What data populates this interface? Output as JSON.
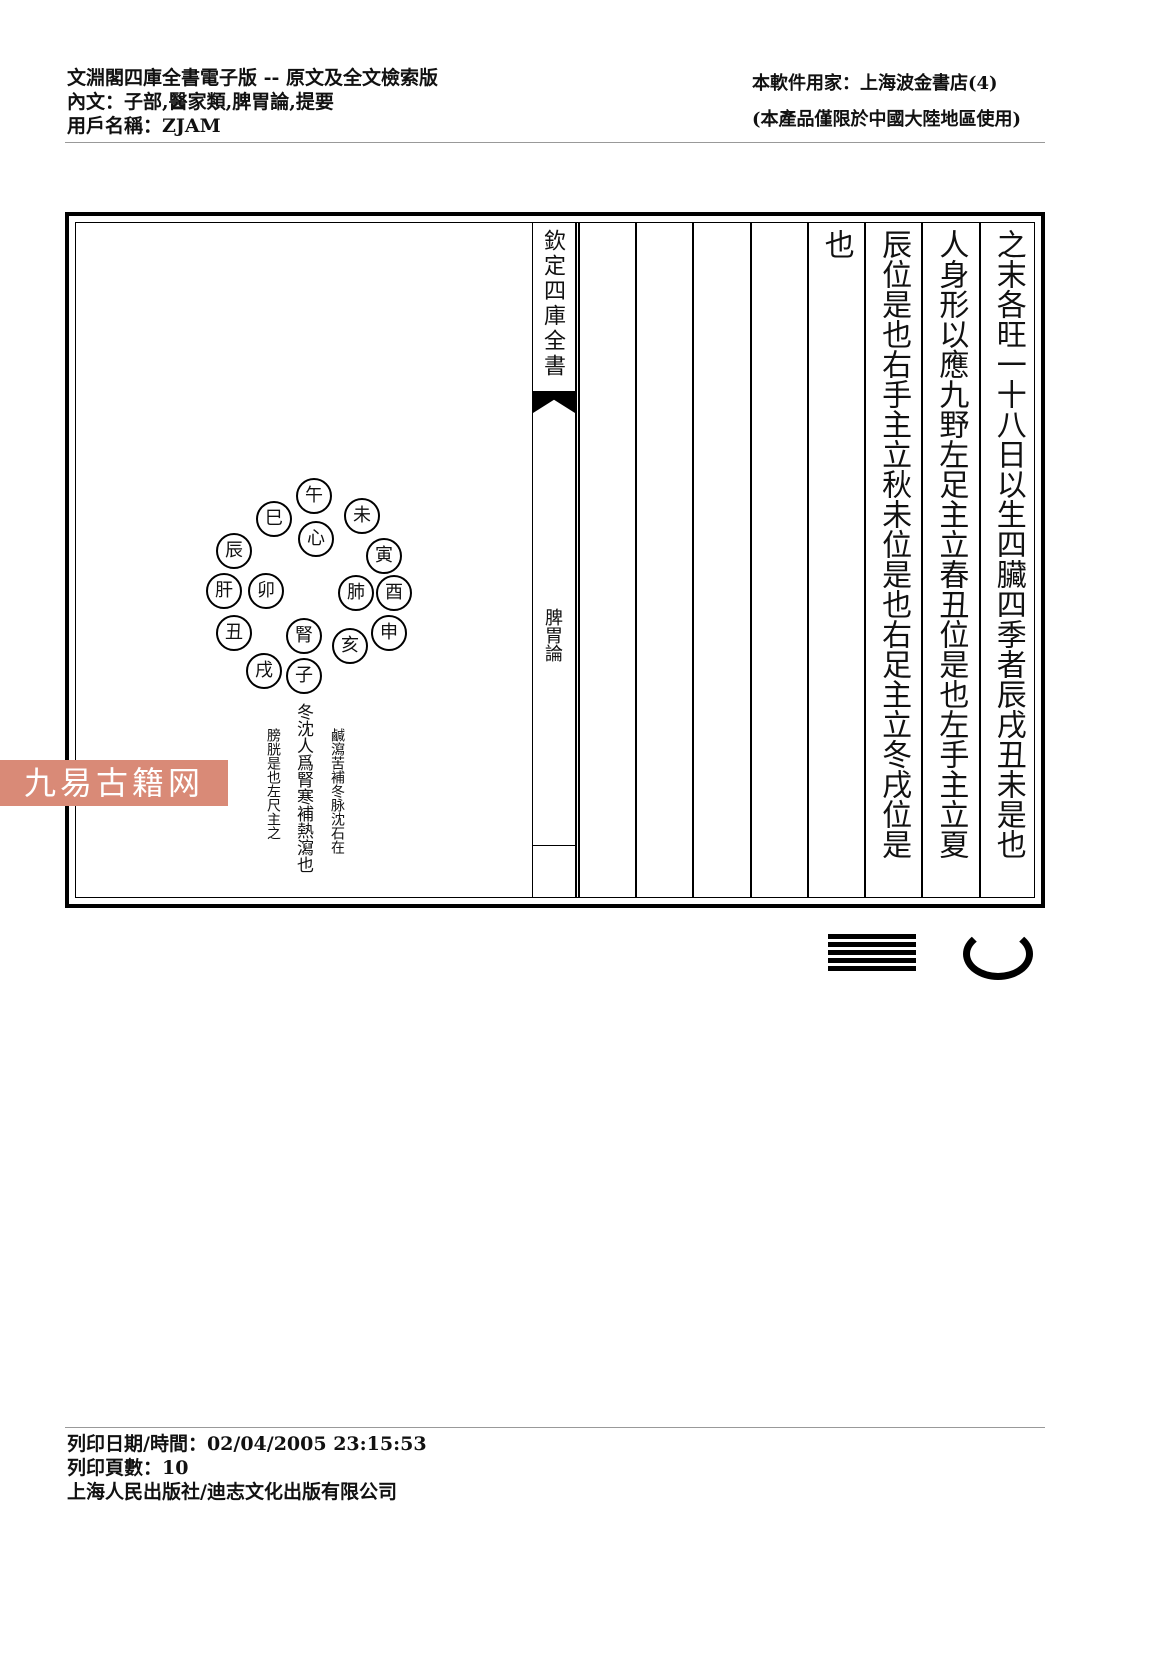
{
  "header": {
    "title": "文淵閣四庫全書電子版 -- 原文及全文檢索版",
    "content": "內文：子部,醫家類,脾胃論,提要",
    "user": "用戶名稱：ZJAM",
    "licensee": "本軟件用家：上海波金書店(4)",
    "restriction": "(本產品僅限於中國大陸地區使用)"
  },
  "strip": {
    "book": "欽定四庫全書",
    "chapter": "脾胃論"
  },
  "columns": [
    "之末各旺一十八日以生四臟四季者辰戌丑未是也",
    "人身形以應九野左足主立春丑位是也左手主立夏",
    "辰位是也右手主立秋未位是也右足主立冬戌位是",
    "也",
    "",
    "",
    "",
    ""
  ],
  "diagram": {
    "circles": [
      "午",
      "巳",
      "心",
      "未",
      "辰",
      "卯",
      "肝",
      "寅",
      "丑",
      "腎",
      "子",
      "亥",
      "戌",
      "肺",
      "酉",
      "申"
    ],
    "notes": [
      "冬沈人爲腎寒補熱瀉也",
      "鹹瀉苦補冬脉沈石在",
      "膀胱是也左尺主之"
    ]
  },
  "watermark": "九易古籍网",
  "footer": {
    "date": "列印日期/時間：02/04/2005 23:15:53",
    "pages": "列印頁數：10",
    "publisher": "上海人民出版社/迪志文化出版有限公司"
  }
}
